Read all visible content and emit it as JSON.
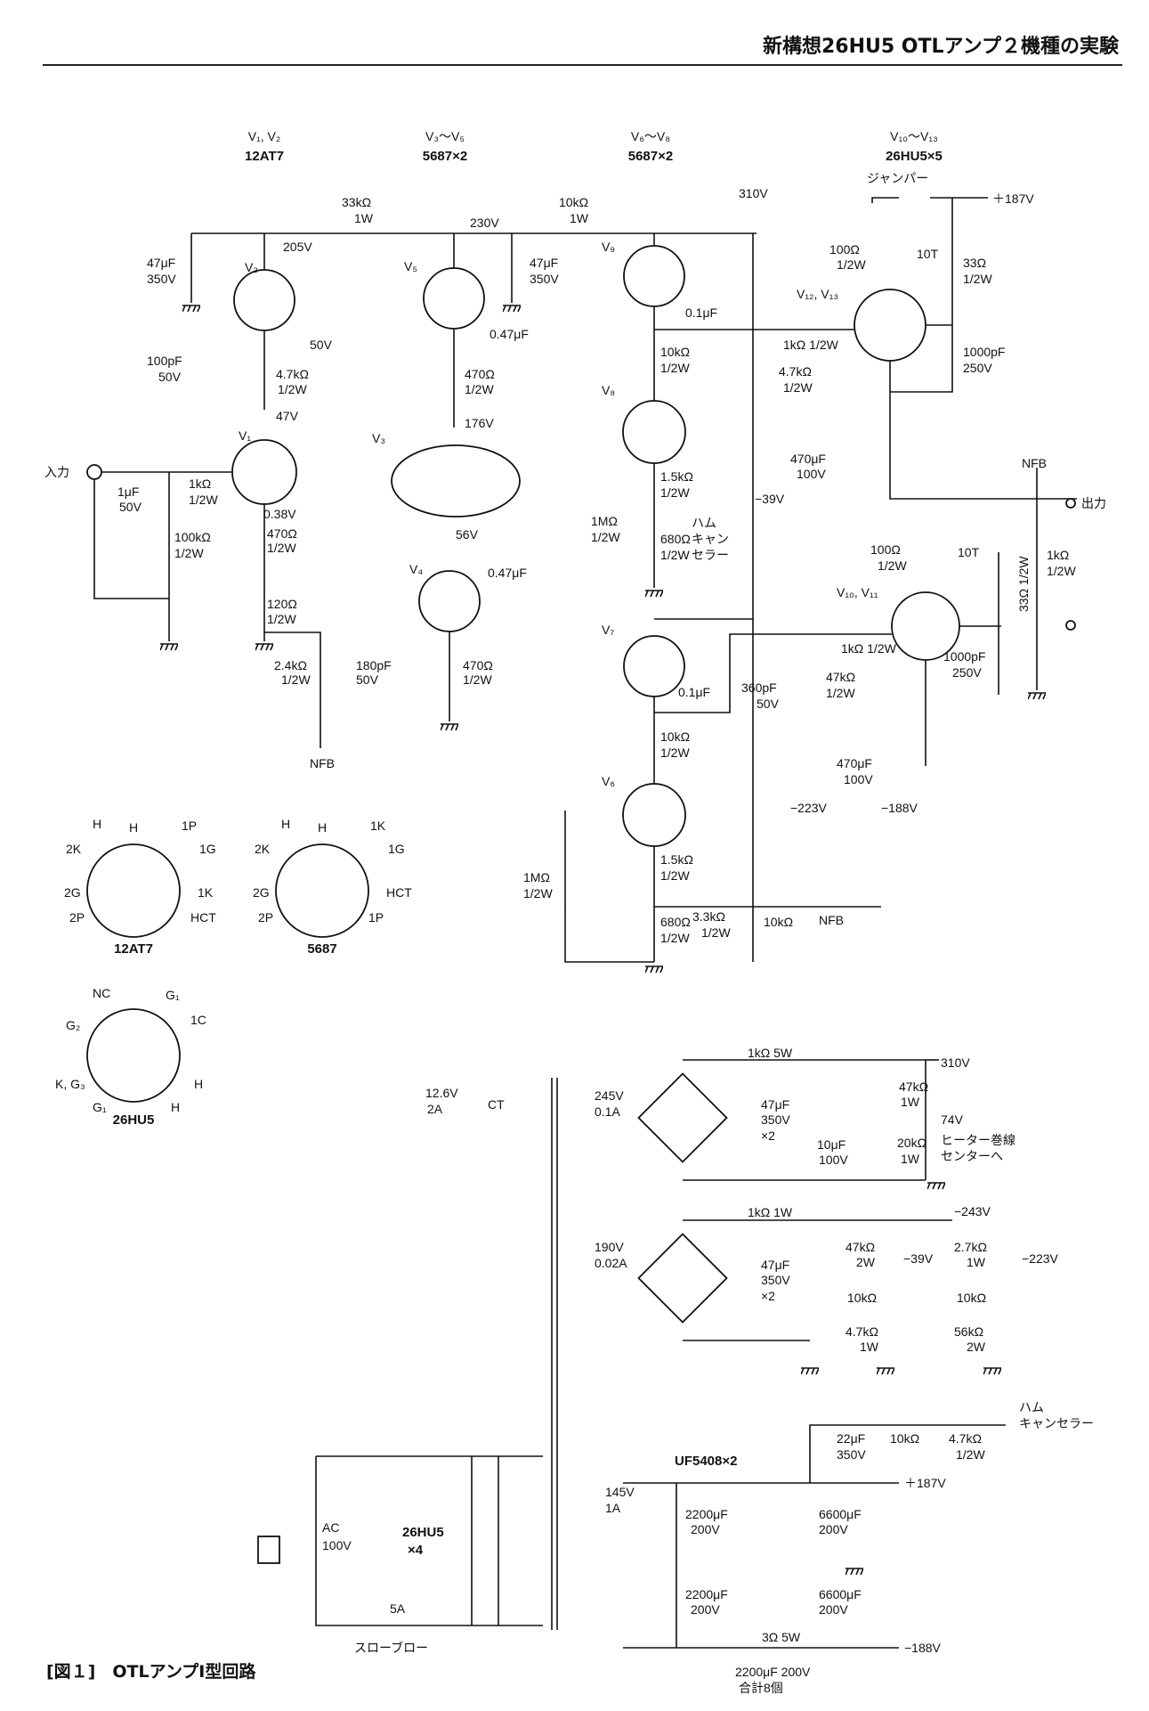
{
  "header": {
    "title": "新構想26HU5 OTLアンプ２機種の実験"
  },
  "caption": "[図１]　OTLアンプⅠ型回路",
  "tube_groups": [
    {
      "id": "V1,V2",
      "label": "V₁, V₂",
      "type": "12AT7"
    },
    {
      "id": "V3~V5",
      "label": "V₃〜V₅",
      "type": "5687×2"
    },
    {
      "id": "V6~V8",
      "label": "V₆〜V₈",
      "type": "5687×2"
    },
    {
      "id": "V10~V13",
      "label": "V₁₀〜V₁₃",
      "type": "26HU5×5"
    }
  ],
  "tube_labels": {
    "v1": "V₁",
    "v2": "V₂",
    "v3": "V₃",
    "v4": "V₄",
    "v5": "V₅",
    "v6": "V₆",
    "v7": "V₇",
    "v8": "V₈",
    "v9": "V₉",
    "v12v13": "V₁₂, V₁₃",
    "v10v11": "V₁₀, V₁₁"
  },
  "voltages": {
    "b310": "310V",
    "b230": "230V",
    "b205": "205V",
    "v50": "50V",
    "v47": "47V",
    "v038": "0.38V",
    "v176": "176V",
    "v56": "56V",
    "p187": "＋187V",
    "m39": "−39V",
    "m223": "−223V",
    "m188": "−188V",
    "ps310": "310V",
    "ps74": "74V",
    "ps243": "−243V",
    "ps39": "−39V",
    "ps223": "−223V",
    "ps187": "＋187V",
    "psm188": "−188V"
  },
  "components": {
    "r33k": "33kΩ",
    "r33k_w": "1W",
    "r10k1w": "10kΩ",
    "r10k1w_w": "1W",
    "c47u": "47μF",
    "c47u_v": "350V",
    "c47u2": "47μF",
    "c47u2_v": "350V",
    "c100p": "100pF",
    "c100p_v": "50V",
    "r47k": "4.7kΩ",
    "r47k_w": "1/2W",
    "r1k": "1kΩ",
    "r1k_w": "1/2W",
    "cin": "1μF",
    "cin_v": "50V",
    "r100k": "100kΩ",
    "r100k_w": "1/2W",
    "r470a": "470Ω",
    "r470a_w": "1/2W",
    "r120": "120Ω",
    "r120_w": "1/2W",
    "r24k": "2.4kΩ",
    "r24k_w": "1/2W",
    "c180p": "180pF",
    "c180p_v": "50V",
    "r470b": "470Ω",
    "r470b_w": "1/2W",
    "c047a": "0.47μF",
    "c047b": "0.47μF",
    "r470c": "470Ω",
    "r470c_w": "1/2W",
    "c01a": "0.1μF",
    "r10ka": "10kΩ",
    "r10ka_w": "1/2W",
    "r15ka": "1.5kΩ",
    "r15ka_w": "1/2W",
    "r1ma": "1MΩ",
    "r1ma_w": "1/2W",
    "r680a": "680Ω",
    "r680a_w": "1/2W",
    "c01b": "0.1μF",
    "r10kb": "10kΩ",
    "r10kb_w": "1/2W",
    "r15kb": "1.5kΩ",
    "r15kb_w": "1/2W",
    "r1mb": "1MΩ",
    "r1mb_w": "1/2W",
    "r680b": "680Ω",
    "r680b_w": "1/2W",
    "r33kb": "3.3kΩ",
    "r33kb_w": "1/2W",
    "vr10k": "10kΩ",
    "r100u": "100Ω",
    "r100u_w": "1/2W",
    "l10tu": "10T",
    "r33u": "33Ω",
    "r33u_w": "1/2W",
    "r1ku": "1kΩ 1/2W",
    "r47ku": "4.7kΩ",
    "r47ku_w": "1/2W",
    "c470u": "470μF",
    "c470u_v": "100V",
    "c1000u": "1000pF",
    "c1000u_v": "250V",
    "r100l": "100Ω",
    "r100l_w": "1/2W",
    "l10tl": "10T",
    "r33l": "33Ω 1/2W",
    "r1kl": "1kΩ",
    "r1kl_w": "1/2W",
    "r1kb": "1kΩ 1/2W",
    "c360p": "360pF",
    "c360p_v": "50V",
    "r47kl": "47kΩ",
    "r47kl_w": "1/2W",
    "c470l": "470μF",
    "c470l_v": "100V",
    "c1000l": "1000pF",
    "c1000l_v": "250V"
  },
  "labels": {
    "input": "入力",
    "output": "出力",
    "nfb_top": "NFB",
    "nfb_fb": "NFB",
    "nfb_in": "NFB",
    "jumper": "ジャンパー",
    "hum1": "ハム",
    "hum2": "キャン",
    "hum3": "セラー",
    "hum_ps1": "ハム",
    "hum_ps2": "キャンセラー"
  },
  "pinouts": {
    "t12at7": "12AT7",
    "t5687": "5687",
    "t26hu5": "26HU5",
    "p12": [
      "H",
      "H",
      "1P",
      "1G",
      "1K",
      "HCT",
      "1P",
      "2P",
      "2G",
      "2K"
    ],
    "p12_top": "H",
    "p12_h": "H",
    "p12_1p": "1P",
    "p12_1g": "1G",
    "p12_1k": "1K",
    "p12_hct": "HCT",
    "p12_2p": "2P",
    "p12_2g": "2G",
    "p12_2k": "2K",
    "p56_top": "H",
    "p56_h": "H",
    "p56_1k": "1K",
    "p56_1g": "1G",
    "p56_hct": "HCT",
    "p56_1p": "1P",
    "p56_2p": "2P",
    "p56_2g": "2G",
    "p56_2k": "2K",
    "p26_nc": "NC",
    "p26_g1a": "G₁",
    "p26_g2": "G₂",
    "p26_1c": "1C",
    "p26_kg3": "K, G₃",
    "p26_h7": "H",
    "p26_g1b": "G₁",
    "p26_h8": "H"
  },
  "power": {
    "heater_v": "12.6V",
    "heater_a": "2A",
    "ct": "CT",
    "s245v": "245V",
    "s245a": "0.1A",
    "r1k5w": "1kΩ 5W",
    "c47x2": "47μF",
    "c47x2_v": "350V",
    "c47x2_n": "×2",
    "r47k1w": "47kΩ",
    "r47k1w_w": "1W",
    "c10u": "10μF",
    "c10u_v": "100V",
    "r20k": "20kΩ",
    "r20k_w": "1W",
    "heater_ct1": "ヒーター巻線",
    "heater_ct2": "センターへ",
    "s190v": "190V",
    "s190a": "0.02A",
    "r1k1w": "1kΩ 1W",
    "c47y": "47μF",
    "c47y_v": "350V",
    "c47y_n": "×2",
    "r47k2w": "47kΩ",
    "r47k2w_w": "2W",
    "vr10ka": "10kΩ",
    "r47k1": "4.7kΩ",
    "r47k1_w": "1W",
    "r27k": "2.7kΩ",
    "r27k_w": "1W",
    "vr10kb": "10kΩ",
    "r56k": "56kΩ",
    "r56k_w": "2W",
    "ac": "AC",
    "ac_v": "100V",
    "heaters": "26HU5",
    "heaters_n": "×4",
    "fuse": "5A",
    "fuse_t": "スローブロー",
    "s145v": "145V",
    "s145a": "1A",
    "diode": "UF5408×2",
    "c2200a": "2200μF",
    "c2200a_v": "200V",
    "c2200b": "2200μF",
    "c2200b_v": "200V",
    "c6600a": "6600μF",
    "c6600a_v": "200V",
    "c6600b": "6600μF",
    "c6600b_v": "200V",
    "r3": "3Ω 5W",
    "c22": "22μF",
    "c22_v": "350V",
    "vr10kc": "10kΩ",
    "r47kh": "4.7kΩ",
    "r47kh_w": "1/2W",
    "note1": "2200μF 200V",
    "note2": "合計8個"
  }
}
